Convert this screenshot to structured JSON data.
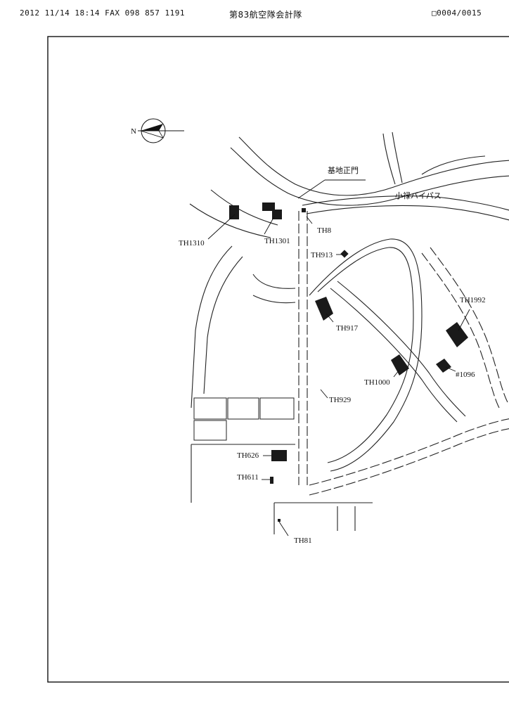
{
  "fax_header": {
    "left": "2012 11/14 18:14 FAX   098 857 1191",
    "center": "第83航空隊会計隊",
    "right": "□0004/0015"
  },
  "map": {
    "north_symbol": "N",
    "road_labels": {
      "bypass": "小禄バイパス"
    },
    "gate_label": "基地正門",
    "markers": [
      {
        "id": "TH1310",
        "label": "TH1310"
      },
      {
        "id": "TH1301",
        "label": "TH1301"
      },
      {
        "id": "TH8",
        "label": "TH8"
      },
      {
        "id": "TH913",
        "label": "TH913"
      },
      {
        "id": "TH917",
        "label": "TH917"
      },
      {
        "id": "TH1000",
        "label": "TH1000"
      },
      {
        "id": "TH929",
        "label": "TH929"
      },
      {
        "id": "TH1992",
        "label": "TH1992"
      },
      {
        "id": "1096",
        "label": "#1096"
      },
      {
        "id": "TH626",
        "label": "TH626"
      },
      {
        "id": "TH611",
        "label": "TH611"
      },
      {
        "id": "TH81",
        "label": "TH81"
      }
    ]
  }
}
